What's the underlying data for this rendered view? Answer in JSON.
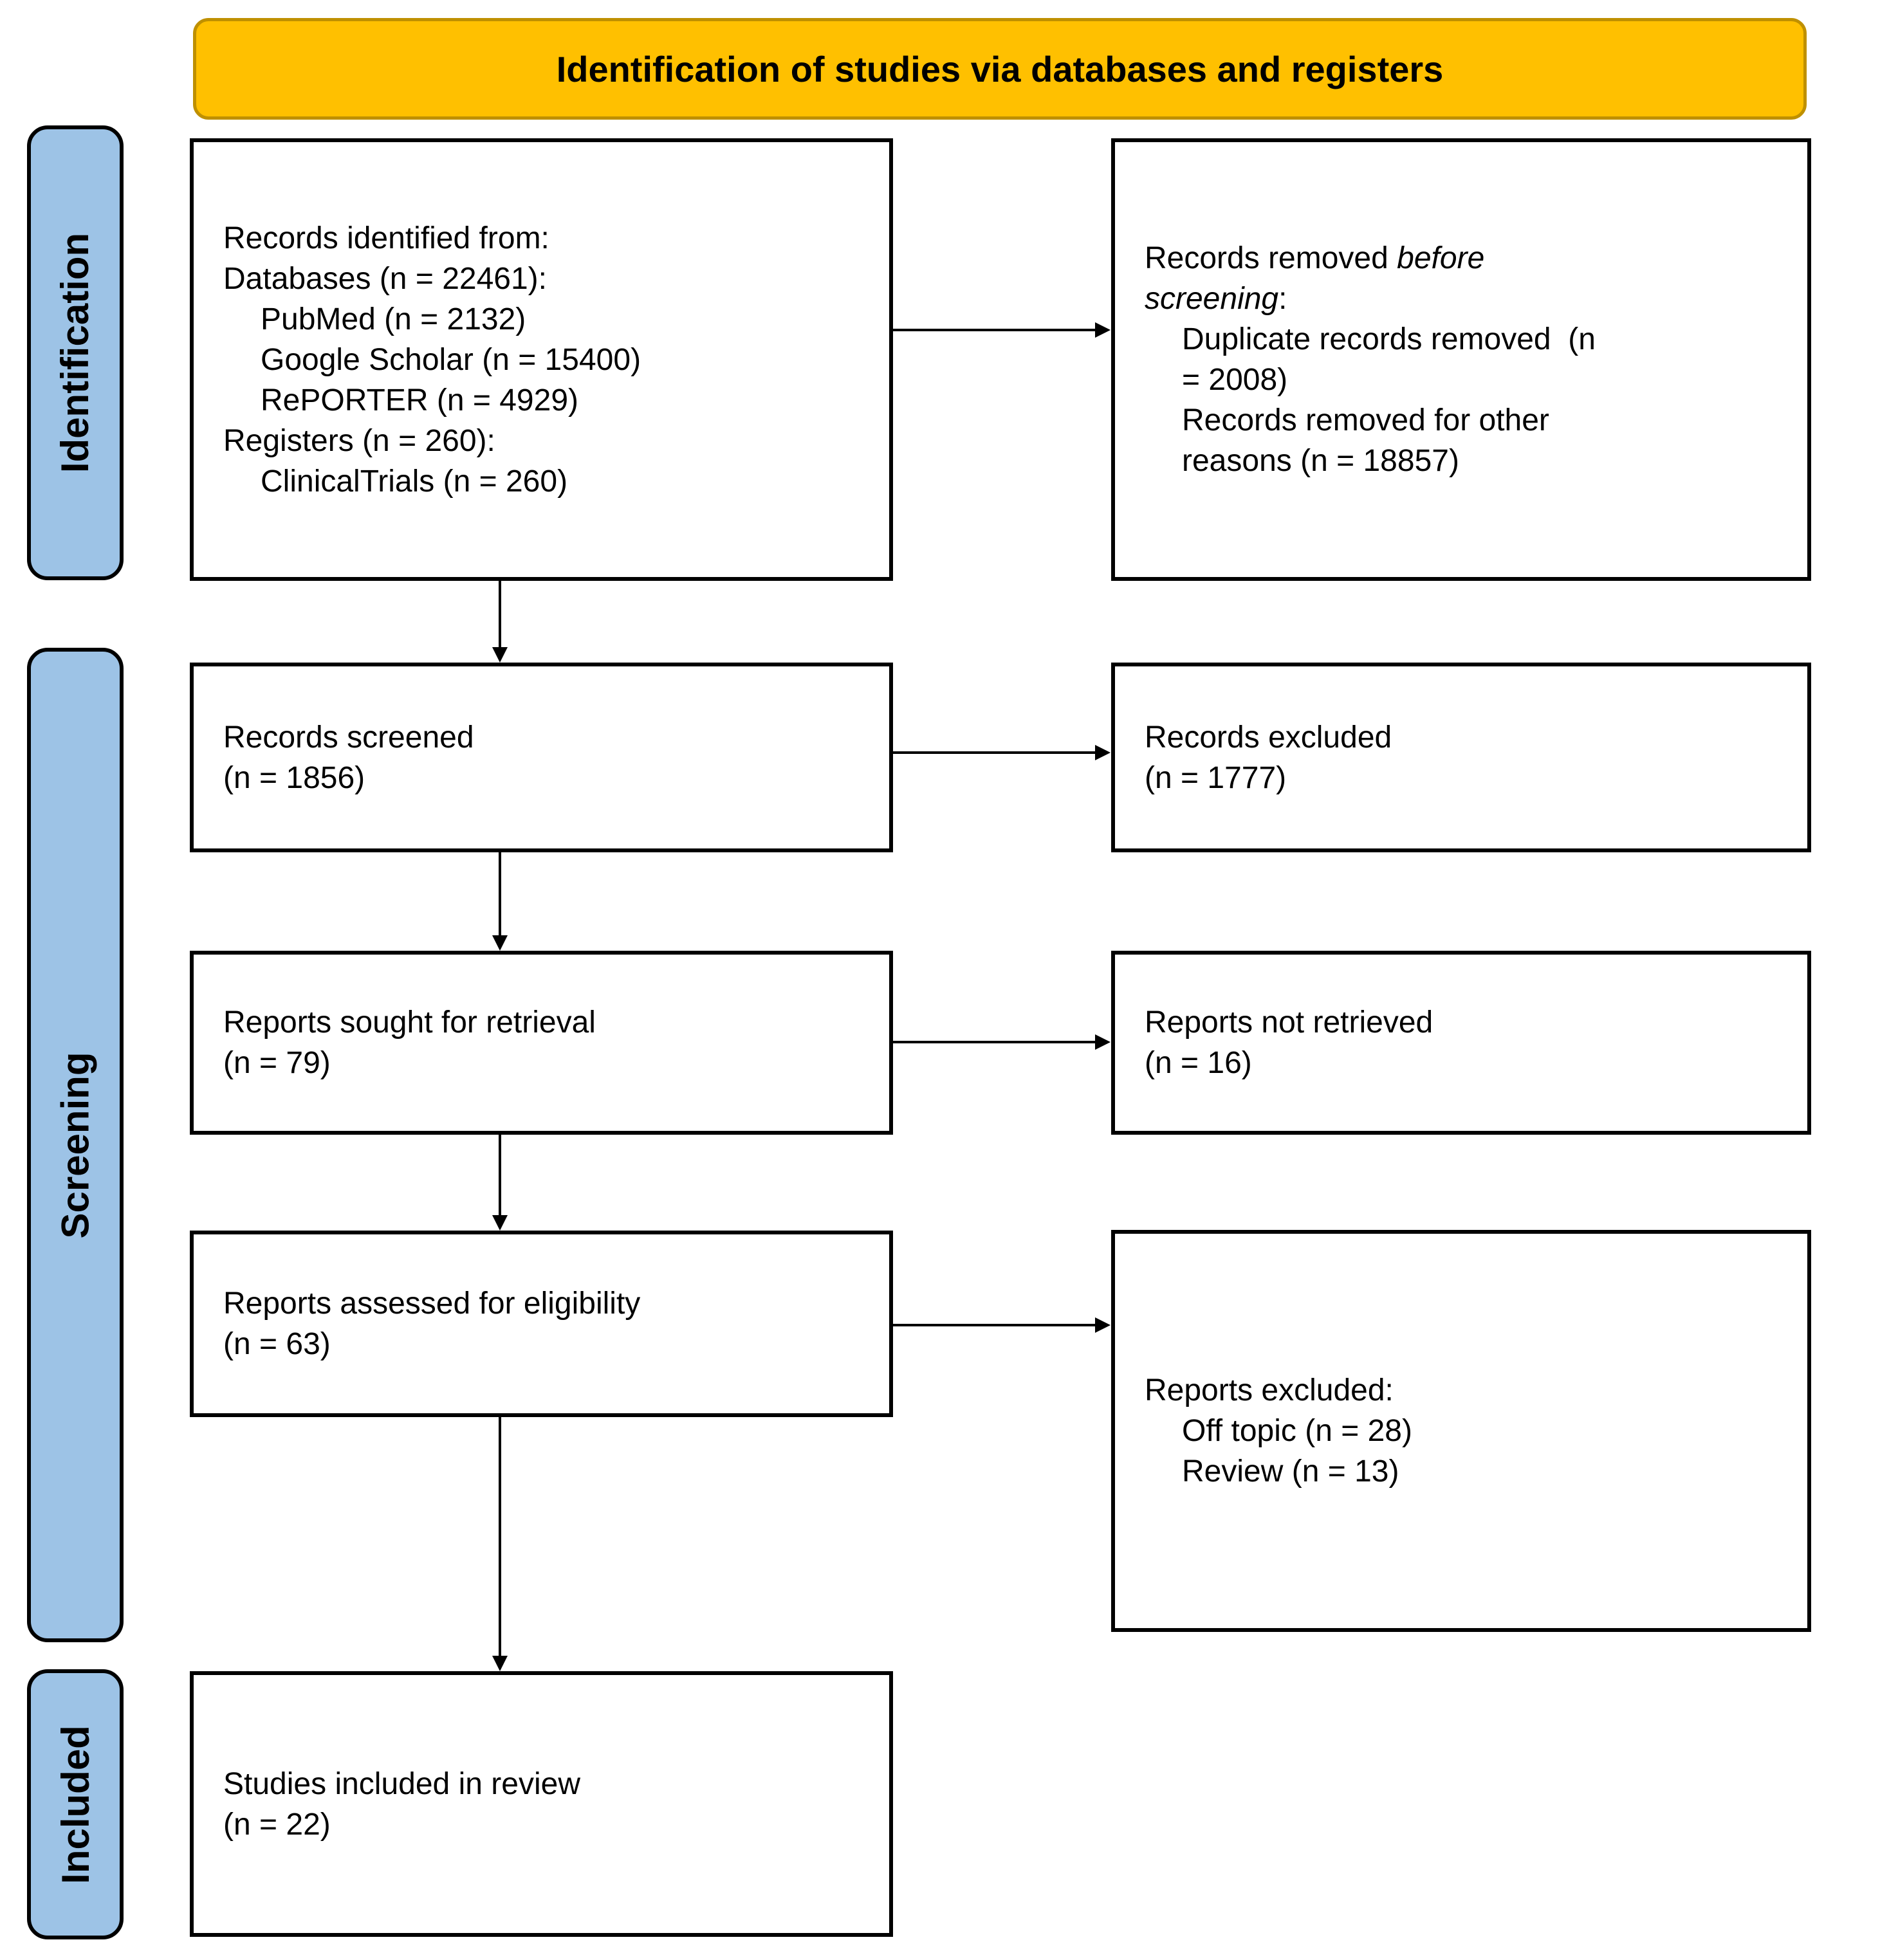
{
  "banner": {
    "title": "Identification of studies via databases and registers"
  },
  "stages": {
    "identification": "Identification",
    "screening": "Screening",
    "included": "Included"
  },
  "boxes": {
    "identified": {
      "line1": "Records identified from:",
      "line2": "Databases (n = 22461):",
      "line3": "PubMed (n = 2132)",
      "line4": "Google Scholar (n = 15400)",
      "line5": "RePORTER (n = 4929)",
      "line6": "Registers (n = 260):",
      "line7": "ClinicalTrials (n = 260)"
    },
    "removed_before_screening": {
      "line1_regular": "Records removed ",
      "line1_italic": "before",
      "line2_italic": "screening",
      "line2_regular": ":",
      "line3": "Duplicate records removed  (n",
      "line4": "= 2008)",
      "line5": "Records removed for other",
      "line6": "reasons (n = 18857)"
    },
    "screened": {
      "line1": "Records screened",
      "line2": "(n = 1856)"
    },
    "records_excluded": {
      "line1": "Records excluded",
      "line2": "(n = 1777)"
    },
    "sought": {
      "line1": "Reports sought for retrieval",
      "line2": "(n = 79)"
    },
    "not_retrieved": {
      "line1": "Reports not retrieved",
      "line2": "(n = 16)"
    },
    "assessed": {
      "line1": "Reports assessed for eligibility",
      "line2": "(n = 63)"
    },
    "reports_excluded": {
      "line1": "Reports excluded:",
      "line2": "Off topic (n = 28)",
      "line3": "Review (n = 13)"
    },
    "included_in_review": {
      "line1": "Studies included in review",
      "line2": "(n = 22)"
    }
  },
  "colors": {
    "banner_bg": "#FFC000",
    "banner_border": "#BF9000",
    "stage_bg": "#9DC3E6",
    "box_border": "#000000",
    "text": "#000000"
  }
}
